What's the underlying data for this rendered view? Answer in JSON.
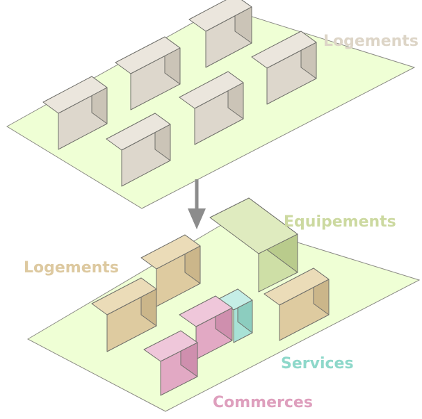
{
  "colors": {
    "background": "#ffffff",
    "plot_fill": "#efffd5",
    "plot_stroke": "#8a8a84",
    "block_stroke": "#6f6f6a",
    "arrow": "#8c8c8c",
    "logement_before": {
      "front": "#ddd7cc",
      "side": "#cbc4b7",
      "top": "#ebe6dd"
    },
    "logement_after": {
      "front": "#decba0",
      "side": "#cbb68a",
      "top": "#ebdcb8"
    },
    "equipement": {
      "front": "#cedfa6",
      "side": "#b9cb8c",
      "top": "#dfebbf"
    },
    "service": {
      "front": "#a8e2d6",
      "side": "#8ccdbf",
      "top": "#c5eee6"
    },
    "commerce": {
      "front": "#e2a9c4",
      "side": "#cf8fae",
      "top": "#efc7da"
    }
  },
  "labels": {
    "logements_top": {
      "text": "Logements",
      "color": "#ddd5c7"
    },
    "equipements": {
      "text": "Equipements",
      "color": "#ccd9a0"
    },
    "logements_bottom": {
      "text": "Logements",
      "color": "#ddc9a0"
    },
    "services": {
      "text": "Services",
      "color": "#8ed8ca"
    },
    "commerces": {
      "text": "Commerces",
      "color": "#de9fbd"
    }
  },
  "icons": {
    "arrow": "arrow-down-icon"
  }
}
